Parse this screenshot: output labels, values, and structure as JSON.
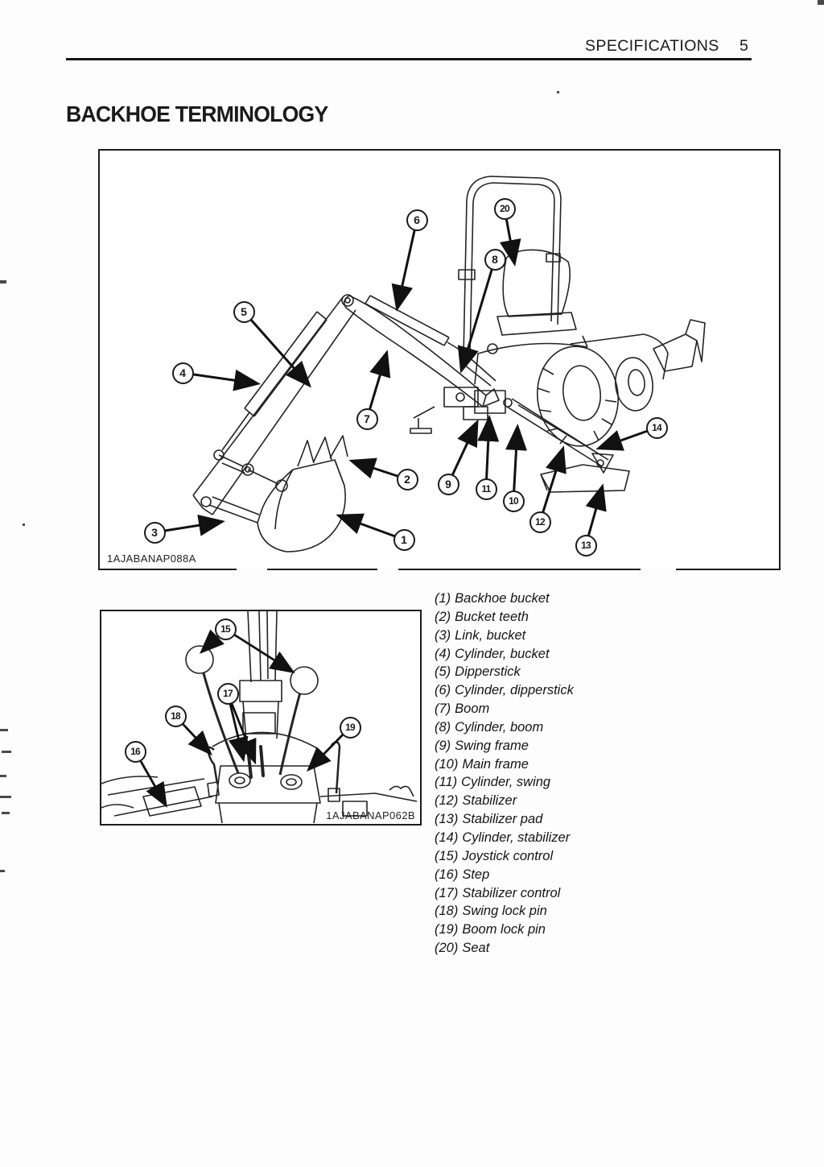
{
  "header": {
    "section_title": "SPECIFICATIONS",
    "page_number": "5"
  },
  "page": {
    "title": "BACKHOE TERMINOLOGY"
  },
  "figures": {
    "main": {
      "code": "1AJABANAP088A",
      "callouts": [
        "6",
        "20",
        "8",
        "5",
        "4",
        "7",
        "2",
        "9",
        "11",
        "10",
        "12",
        "13",
        "14",
        "3",
        "1"
      ]
    },
    "controls": {
      "code": "1AJABANAP062B",
      "callouts": [
        "15",
        "17",
        "18",
        "16",
        "19"
      ]
    }
  },
  "legend": {
    "items": [
      {
        "num": "(1)",
        "label": "Backhoe bucket"
      },
      {
        "num": "(2)",
        "label": "Bucket teeth"
      },
      {
        "num": "(3)",
        "label": "Link, bucket"
      },
      {
        "num": "(4)",
        "label": "Cylinder, bucket"
      },
      {
        "num": "(5)",
        "label": "Dipperstick"
      },
      {
        "num": "(6)",
        "label": "Cylinder, dipperstick"
      },
      {
        "num": "(7)",
        "label": "Boom"
      },
      {
        "num": "(8)",
        "label": "Cylinder, boom"
      },
      {
        "num": "(9)",
        "label": "Swing frame"
      },
      {
        "num": "(10)",
        "label": "Main frame"
      },
      {
        "num": "(11)",
        "label": "Cylinder, swing"
      },
      {
        "num": "(12)",
        "label": "Stabilizer"
      },
      {
        "num": "(13)",
        "label": "Stabilizer pad"
      },
      {
        "num": "(14)",
        "label": "Cylinder, stabilizer"
      },
      {
        "num": "(15)",
        "label": "Joystick control"
      },
      {
        "num": "(16)",
        "label": "Step"
      },
      {
        "num": "(17)",
        "label": "Stabilizer control"
      },
      {
        "num": "(18)",
        "label": "Swing lock pin"
      },
      {
        "num": "(19)",
        "label": "Boom lock pin"
      },
      {
        "num": "(20)",
        "label": "Seat"
      }
    ]
  }
}
